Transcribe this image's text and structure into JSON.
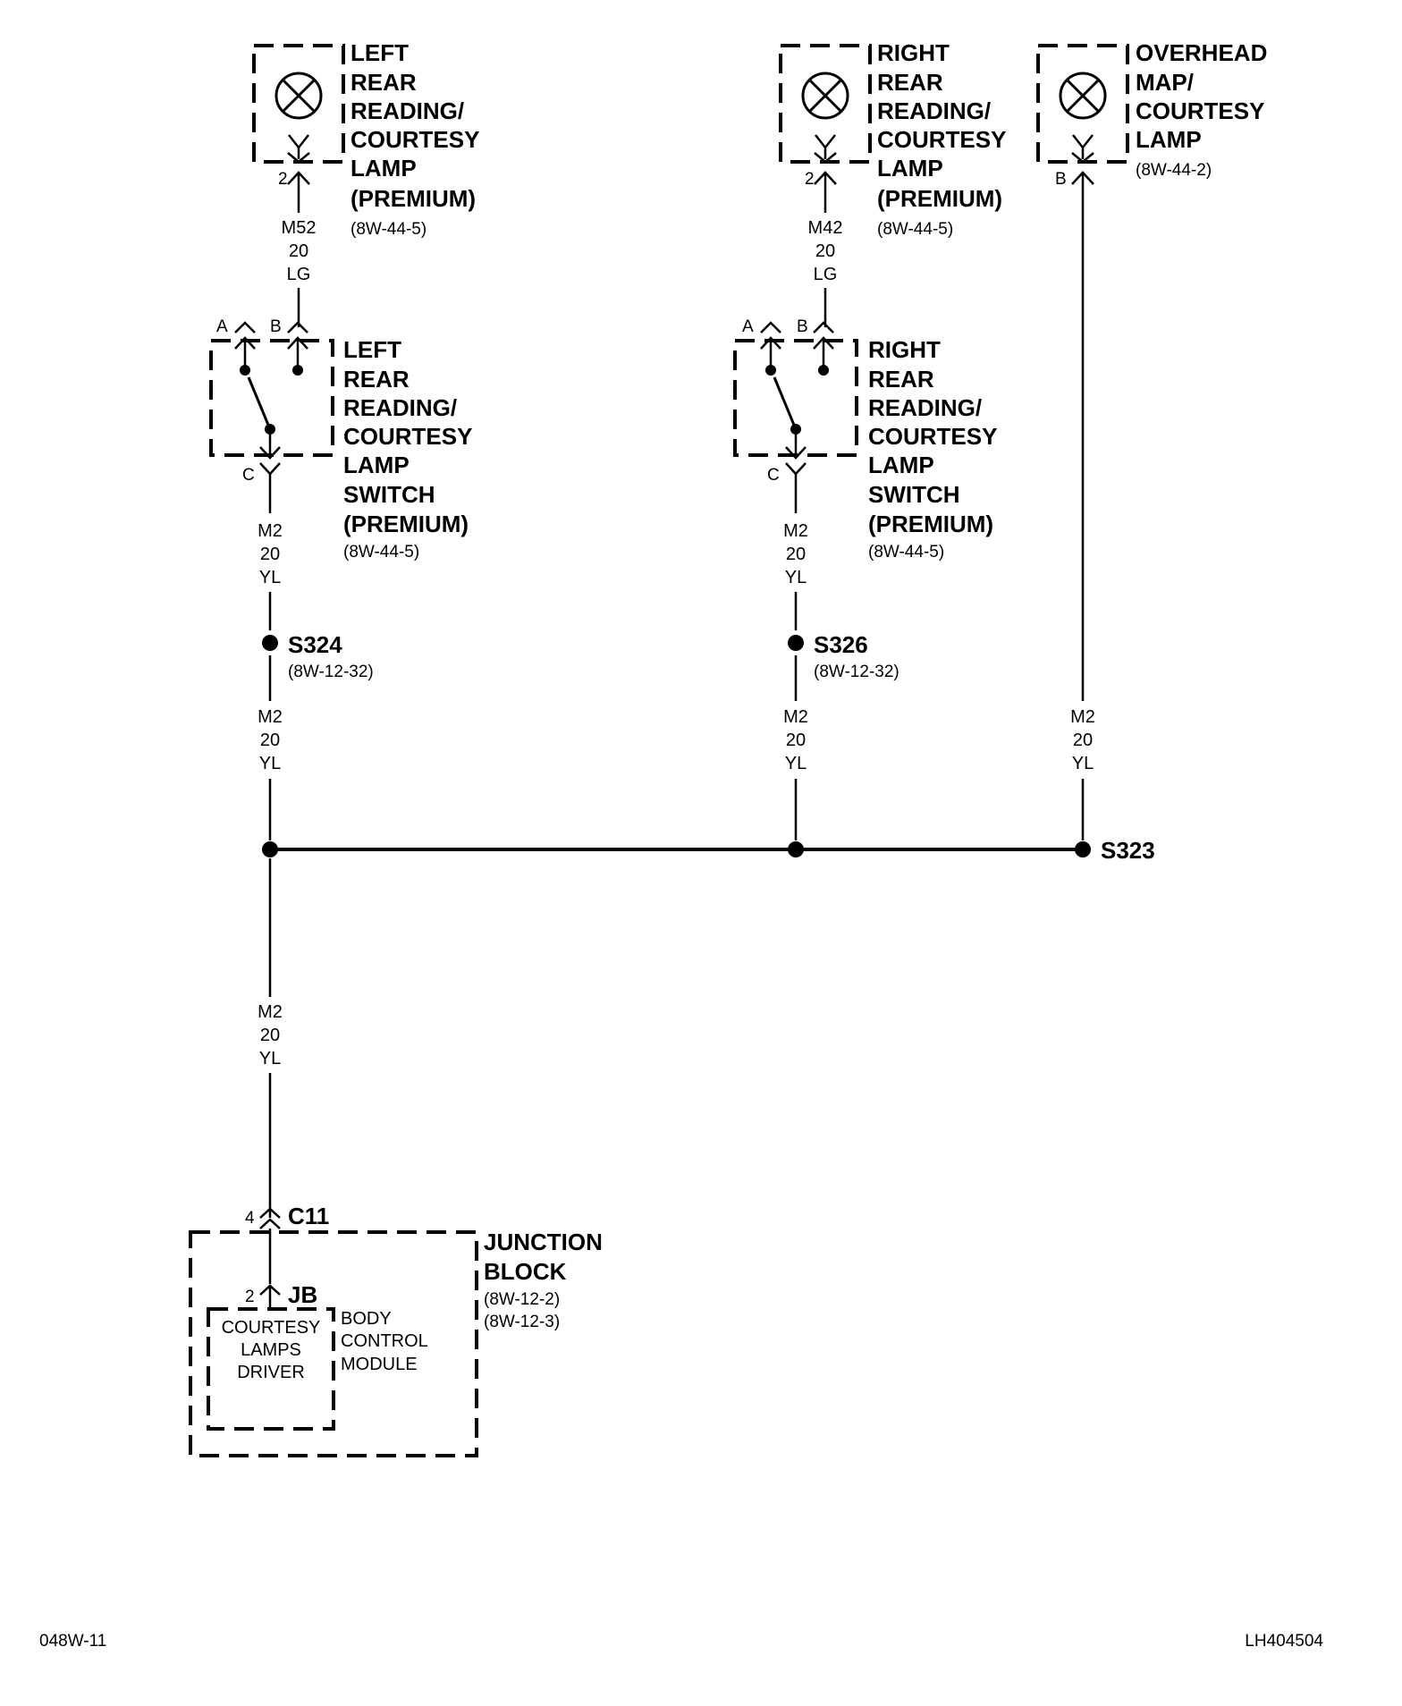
{
  "components": {
    "left_lamp": {
      "lines": [
        "LEFT",
        "REAR",
        "READING/",
        "COURTESY",
        "LAMP",
        "(PREMIUM)"
      ],
      "ref": "(8W-44-5)",
      "pin": "2"
    },
    "right_lamp": {
      "lines": [
        "RIGHT",
        "REAR",
        "READING/",
        "COURTESY",
        "LAMP",
        "(PREMIUM)"
      ],
      "ref": "(8W-44-5)",
      "pin": "2"
    },
    "overhead_lamp": {
      "lines": [
        "OVERHEAD",
        "MAP/",
        "COURTESY",
        "LAMP"
      ],
      "ref": "(8W-44-2)",
      "pin": "B"
    },
    "left_switch": {
      "lines": [
        "LEFT",
        "REAR",
        "READING/",
        "COURTESY",
        "LAMP",
        "SWITCH",
        "(PREMIUM)"
      ],
      "ref": "(8W-44-5)",
      "pin_a": "A",
      "pin_b": "B",
      "pin_c": "C"
    },
    "right_switch": {
      "lines": [
        "RIGHT",
        "REAR",
        "READING/",
        "COURTESY",
        "LAMP",
        "SWITCH",
        "(PREMIUM)"
      ],
      "ref": "(8W-44-5)",
      "pin_a": "A",
      "pin_b": "B",
      "pin_c": "C"
    },
    "junction_block": {
      "lines": [
        "JUNCTION",
        "BLOCK"
      ],
      "refs": [
        "(8W-12-2)",
        "(8W-12-3)"
      ],
      "connector": "C11",
      "connector_pin": "4",
      "jb_connector": "JB",
      "jb_pin": "2"
    },
    "courtesy_driver": {
      "lines": [
        "COURTESY",
        "LAMPS",
        "DRIVER"
      ]
    },
    "bcm": {
      "lines": [
        "BODY",
        "CONTROL",
        "MODULE"
      ]
    }
  },
  "wires": {
    "m52": [
      "M52",
      "20",
      "LG"
    ],
    "m42": [
      "M42",
      "20",
      "LG"
    ],
    "m2_left_upper": [
      "M2",
      "20",
      "YL"
    ],
    "m2_right_upper": [
      "M2",
      "20",
      "YL"
    ],
    "m2_left_lower": [
      "M2",
      "20",
      "YL"
    ],
    "m2_right_lower": [
      "M2",
      "20",
      "YL"
    ],
    "m2_overhead": [
      "M2",
      "20",
      "YL"
    ],
    "m2_main": [
      "M2",
      "20",
      "YL"
    ]
  },
  "splices": {
    "s324": {
      "label": "S324",
      "ref": "(8W-12-32)"
    },
    "s326": {
      "label": "S326",
      "ref": "(8W-12-32)"
    },
    "s323": {
      "label": "S323"
    }
  },
  "footer": {
    "left": "048W-11",
    "right": "LH404504"
  }
}
